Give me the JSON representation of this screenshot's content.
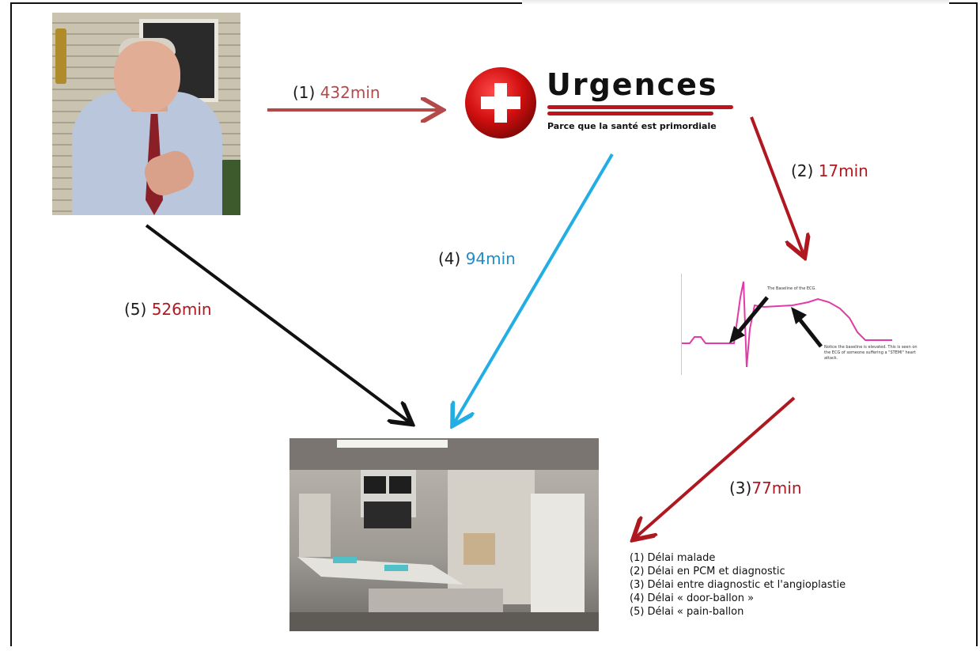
{
  "logo": {
    "name": "Urgences",
    "tagline": "Parce que la santé est primordiale"
  },
  "arrows": [
    {
      "id": "1",
      "prefix": "(1) ",
      "value": "432min",
      "color": "#b5494a"
    },
    {
      "id": "2",
      "prefix": "(2) ",
      "value": "17min",
      "color": "#b01820"
    },
    {
      "id": "3",
      "prefix": "(3)",
      "value": "77min",
      "color": "#b01820"
    },
    {
      "id": "4",
      "prefix": "(4) ",
      "value": "94min",
      "color": "#22aee4"
    },
    {
      "id": "5",
      "prefix": "(5) ",
      "value": "526min",
      "color": "#111111"
    }
  ],
  "ecg": {
    "note_top": "The Baseline of the ECG.",
    "note_bottom": "Notice the baseline is elevated. This is seen on the ECG of someone suffering a \"STEMI\" heart attack."
  },
  "legend": [
    "(1) Délai malade",
    "(2) Délai en PCM et diagnostic",
    "(3) Délai entre diagnostic et l'angioplastie",
    "(4) Délai « door-ballon »",
    "(5) Délai « pain-ballon"
  ]
}
